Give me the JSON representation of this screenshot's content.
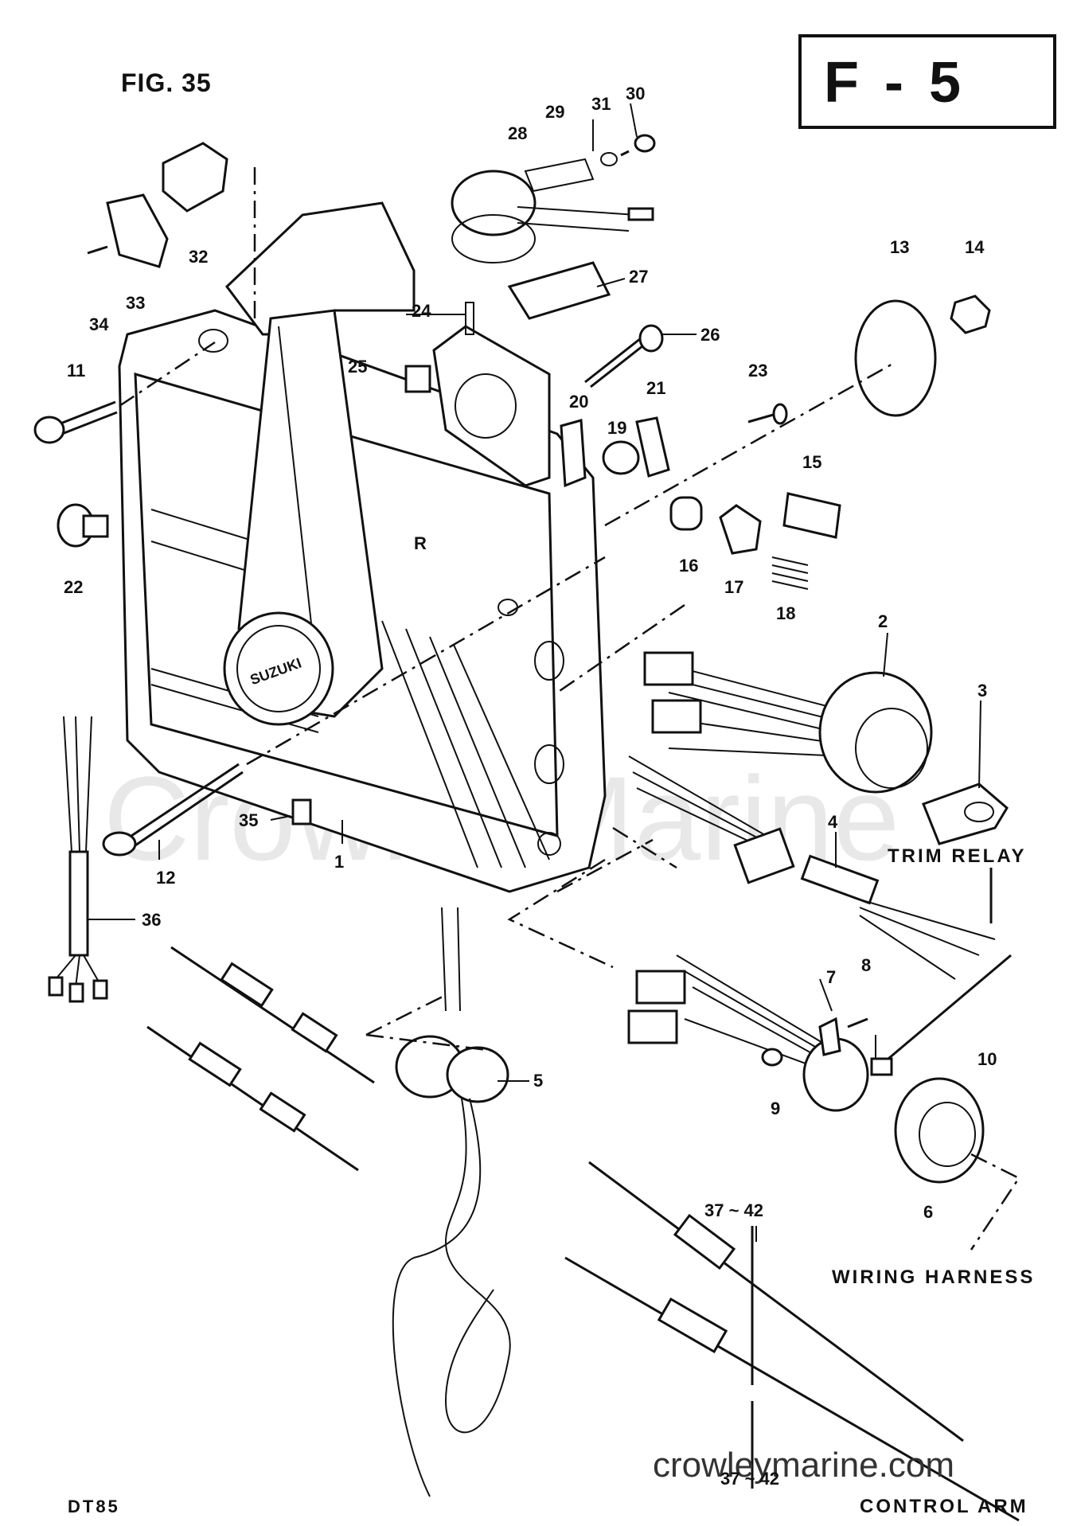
{
  "figure": {
    "label": "FIG. 35",
    "page_code": "F - 5",
    "model": "DT85",
    "brand_mark": "SUZUKI"
  },
  "annotations": {
    "trim_relay": "TRIM RELAY",
    "wiring_harness": "WIRING HARNESS",
    "control_arm": "CONTROL ARM"
  },
  "watermark": {
    "center": "CrowleyMarine",
    "footer": "crowleymarine.com"
  },
  "callouts": [
    {
      "id": "1",
      "text": "1"
    },
    {
      "id": "2",
      "text": "2"
    },
    {
      "id": "3",
      "text": "3"
    },
    {
      "id": "4",
      "text": "4"
    },
    {
      "id": "5",
      "text": "5"
    },
    {
      "id": "6",
      "text": "6"
    },
    {
      "id": "7",
      "text": "7"
    },
    {
      "id": "8",
      "text": "8"
    },
    {
      "id": "9",
      "text": "9"
    },
    {
      "id": "10",
      "text": "10"
    },
    {
      "id": "11",
      "text": "11"
    },
    {
      "id": "12",
      "text": "12"
    },
    {
      "id": "13",
      "text": "13"
    },
    {
      "id": "14",
      "text": "14"
    },
    {
      "id": "15",
      "text": "15"
    },
    {
      "id": "16",
      "text": "16"
    },
    {
      "id": "17",
      "text": "17"
    },
    {
      "id": "18",
      "text": "18"
    },
    {
      "id": "19",
      "text": "19"
    },
    {
      "id": "20",
      "text": "20"
    },
    {
      "id": "21",
      "text": "21"
    },
    {
      "id": "22",
      "text": "22"
    },
    {
      "id": "23",
      "text": "23"
    },
    {
      "id": "24",
      "text": "24"
    },
    {
      "id": "25",
      "text": "25"
    },
    {
      "id": "26",
      "text": "26"
    },
    {
      "id": "27",
      "text": "27"
    },
    {
      "id": "28",
      "text": "28"
    },
    {
      "id": "29",
      "text": "29"
    },
    {
      "id": "30",
      "text": "30"
    },
    {
      "id": "31",
      "text": "31"
    },
    {
      "id": "32",
      "text": "32"
    },
    {
      "id": "33",
      "text": "33"
    },
    {
      "id": "34",
      "text": "34"
    },
    {
      "id": "35",
      "text": "35"
    },
    {
      "id": "36",
      "text": "36"
    },
    {
      "id": "37-42-upper",
      "text": "37 ~ 42"
    },
    {
      "id": "37-42-lower",
      "text": "37 ~ 42"
    }
  ]
}
